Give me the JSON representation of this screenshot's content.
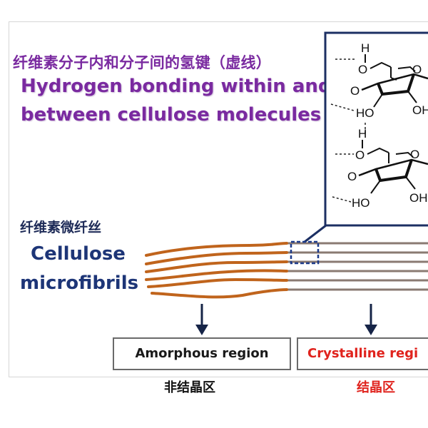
{
  "title": {
    "zh": "纤维素分子内和分子间的氢键（虚线）",
    "en_line1": "Hydrogen bonding within and",
    "en_line2": "between cellulose molecules"
  },
  "microfibril": {
    "zh": "纤维素微纤丝",
    "en_line1": "Cellulose",
    "en_line2": "microfibrils"
  },
  "regions": {
    "amorphous_label": "Amorphous  region",
    "crystalline_label": "Crystalline regi",
    "amorphous_zh": "非结晶区",
    "crystalline_zh": "结晶区"
  },
  "structure": {
    "atom_H": "H",
    "atom_O": "O",
    "group_HO": "HO",
    "group_OH": "OH"
  },
  "colors": {
    "purple_title": "#7a2aa0",
    "navy_label": "#1d3577",
    "amorphous_fiber": "#c0641c",
    "crystalline_fiber": "#8a7a72",
    "crystalline_red": "#e0231d",
    "arrow_navy": "#162447"
  }
}
